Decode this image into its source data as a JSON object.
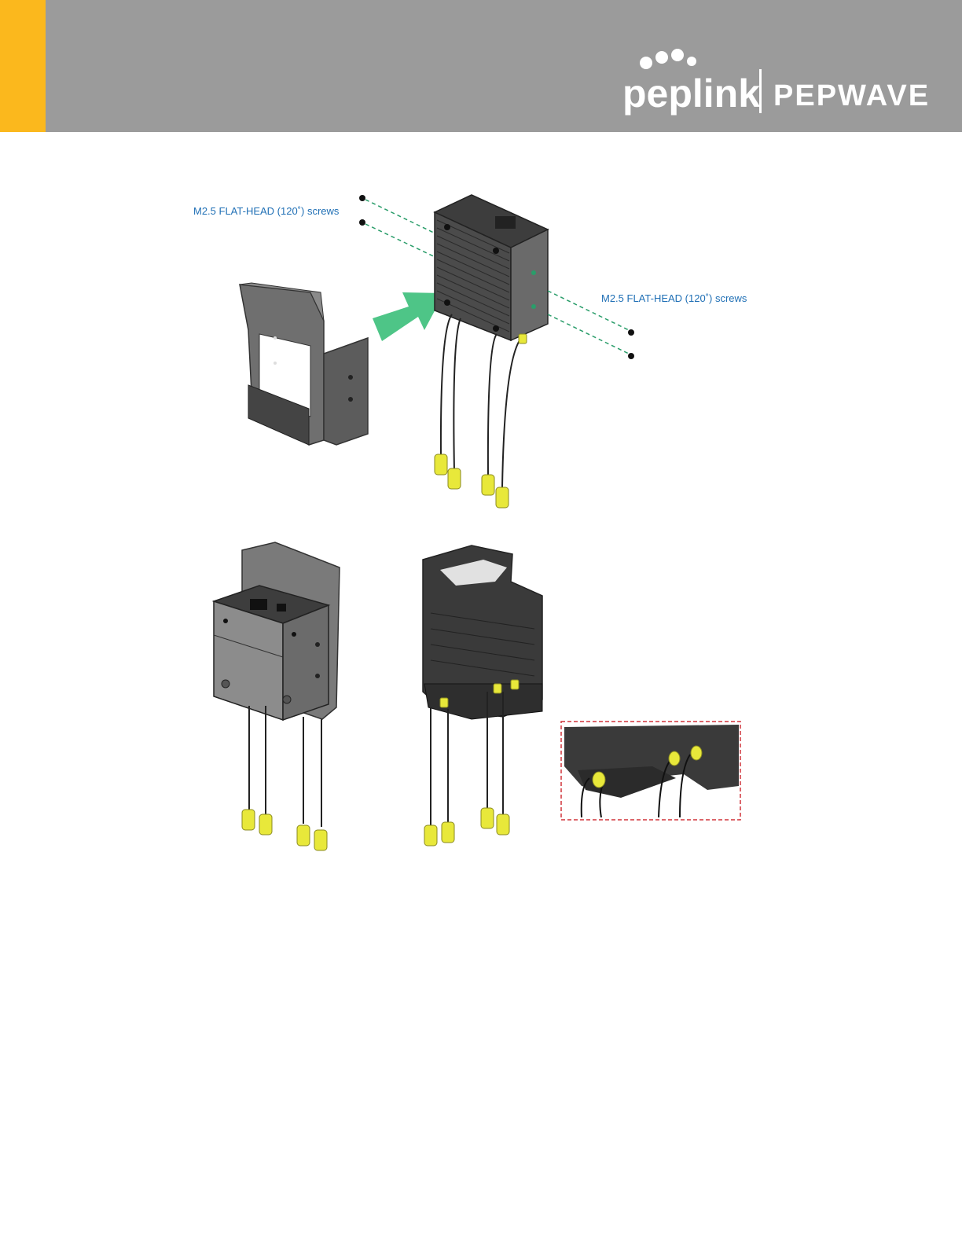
{
  "header": {
    "logo_primary": "peplink",
    "logo_secondary": "PEPWAVE",
    "accent_color": "#fbb81d",
    "bar_color": "#9b9b9b"
  },
  "figure": {
    "label_left_screws": "M2.5 FLAT-HEAD (120˚) screws",
    "label_right_screws": "M2.5 FLAT-HEAD (120˚) screws",
    "caption_color": "#1f6fb5",
    "arrow_color": "#3bbf7a",
    "connector_color": "#e8e83a",
    "callout_border_color": "#d0343a"
  }
}
